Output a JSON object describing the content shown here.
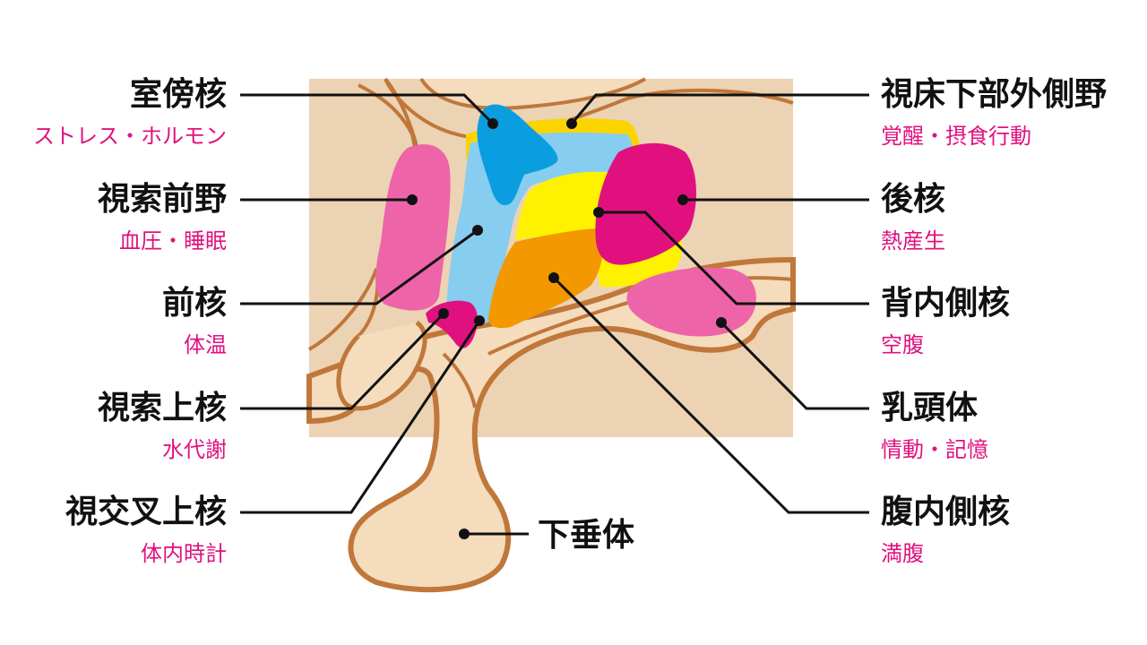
{
  "colors": {
    "label_text": "#111111",
    "function_text": "#e0117f",
    "tissue": "#f4dcbd",
    "tissue_outline": "#c0773a",
    "box_background": "#ecd3b4"
  },
  "labels": {
    "paraventricular": {
      "name": "室傍核",
      "function": "ストレス・ホルモン",
      "color": "#0a9ee0"
    },
    "preoptic": {
      "name": "視索前野",
      "function": "血圧・睡眠",
      "color": "#ee64a8"
    },
    "anterior": {
      "name": "前核",
      "function": "体温",
      "color": "#86cdf0"
    },
    "supraoptic": {
      "name": "視索上核",
      "function": "水代謝",
      "color": "#e0117f"
    },
    "suprachiasmatic": {
      "name": "視交叉上核",
      "function": "体内時計",
      "color": "#86cdf0"
    },
    "lateral_hypothalamus": {
      "name": "視床下部外側野",
      "function": "覚醒・摂食行動",
      "color": "#fcd400"
    },
    "posterior": {
      "name": "後核",
      "function": "熱産生",
      "color": "#e0117f"
    },
    "dorsomedial": {
      "name": "背内側核",
      "function": "空腹",
      "color": "#fff200"
    },
    "mammillary_body": {
      "name": "乳頭体",
      "function": "情動・記憶",
      "color": "#ee64a8"
    },
    "ventromedial": {
      "name": "腹内側核",
      "function": "満腹",
      "color": "#f39800"
    }
  },
  "pituitary": {
    "name": "下垂体"
  }
}
